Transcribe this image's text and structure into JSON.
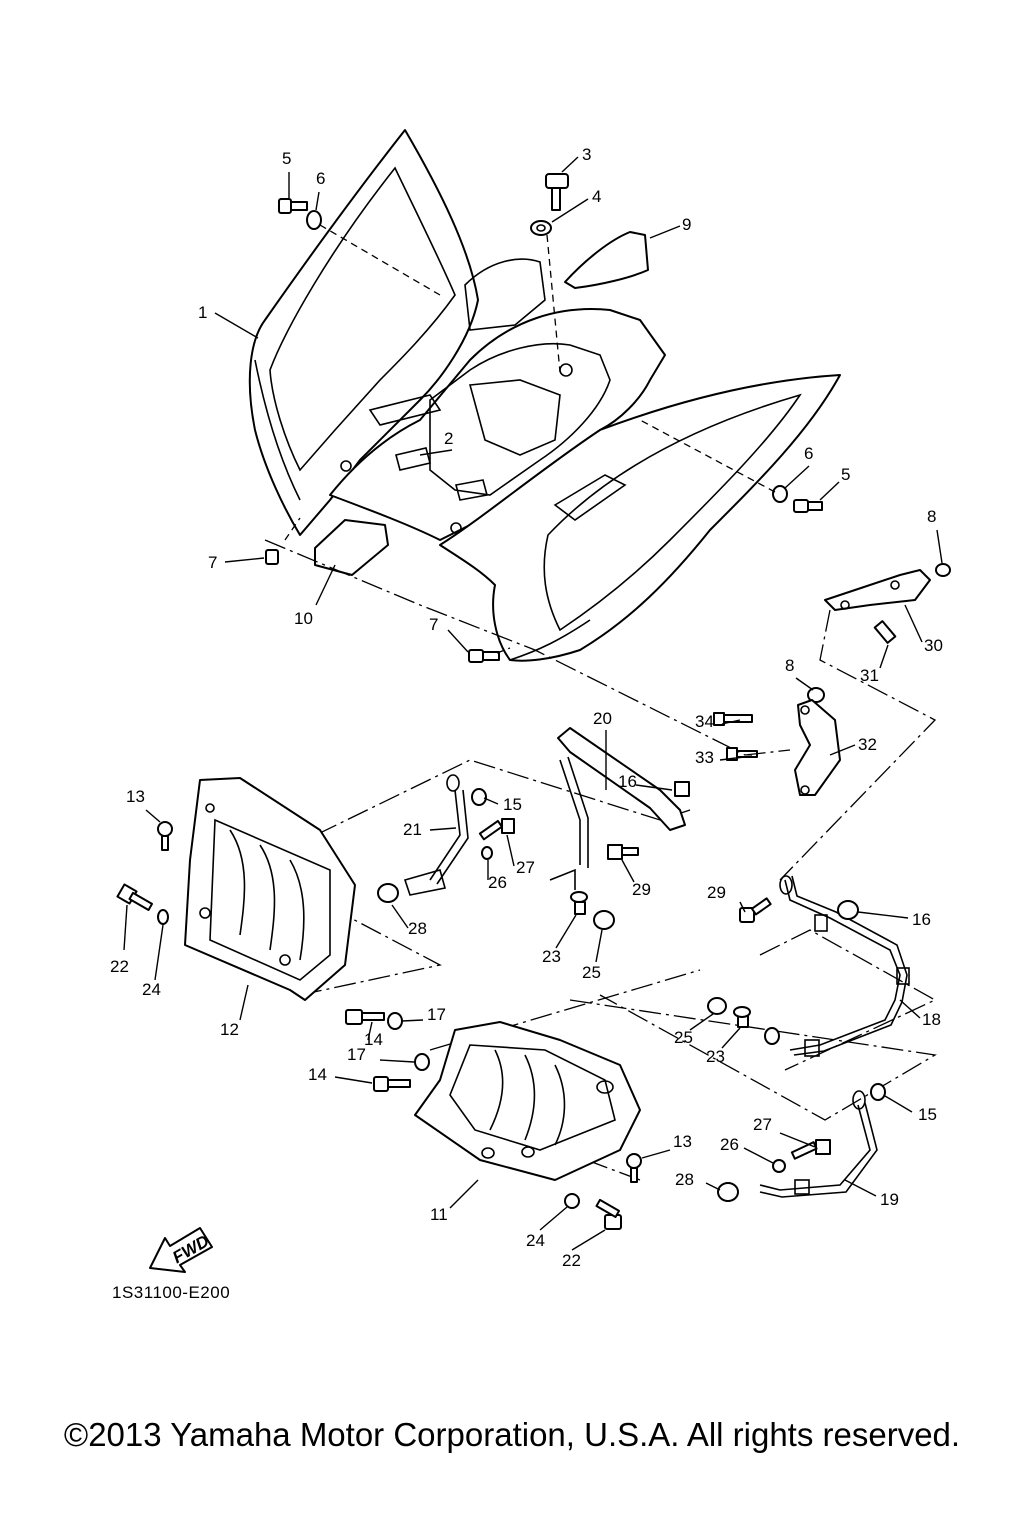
{
  "diagram": {
    "code": "1S31100-E200",
    "fwd_label": "FWD",
    "copyright": "©2013 Yamaha Motor Corporation, U.S.A. All rights reserved."
  },
  "callouts": [
    {
      "id": "c1",
      "label": "1"
    },
    {
      "id": "c2",
      "label": "2"
    },
    {
      "id": "c3",
      "label": "3"
    },
    {
      "id": "c4",
      "label": "4"
    },
    {
      "id": "c5a",
      "label": "5"
    },
    {
      "id": "c5b",
      "label": "5"
    },
    {
      "id": "c6a",
      "label": "6"
    },
    {
      "id": "c6b",
      "label": "6"
    },
    {
      "id": "c7a",
      "label": "7"
    },
    {
      "id": "c7b",
      "label": "7"
    },
    {
      "id": "c8a",
      "label": "8"
    },
    {
      "id": "c8b",
      "label": "8"
    },
    {
      "id": "c9",
      "label": "9"
    },
    {
      "id": "c10",
      "label": "10"
    },
    {
      "id": "c11",
      "label": "11"
    },
    {
      "id": "c12",
      "label": "12"
    },
    {
      "id": "c13a",
      "label": "13"
    },
    {
      "id": "c13b",
      "label": "13"
    },
    {
      "id": "c14a",
      "label": "14"
    },
    {
      "id": "c14b",
      "label": "14"
    },
    {
      "id": "c15a",
      "label": "15"
    },
    {
      "id": "c15b",
      "label": "15"
    },
    {
      "id": "c16a",
      "label": "16"
    },
    {
      "id": "c16b",
      "label": "16"
    },
    {
      "id": "c17a",
      "label": "17"
    },
    {
      "id": "c17b",
      "label": "17"
    },
    {
      "id": "c18",
      "label": "18"
    },
    {
      "id": "c19",
      "label": "19"
    },
    {
      "id": "c20",
      "label": "20"
    },
    {
      "id": "c21",
      "label": "21"
    },
    {
      "id": "c22a",
      "label": "22"
    },
    {
      "id": "c22b",
      "label": "22"
    },
    {
      "id": "c23a",
      "label": "23"
    },
    {
      "id": "c23b",
      "label": "23"
    },
    {
      "id": "c24a",
      "label": "24"
    },
    {
      "id": "c24b",
      "label": "24"
    },
    {
      "id": "c25a",
      "label": "25"
    },
    {
      "id": "c25b",
      "label": "25"
    },
    {
      "id": "c26a",
      "label": "26"
    },
    {
      "id": "c26b",
      "label": "26"
    },
    {
      "id": "c27a",
      "label": "27"
    },
    {
      "id": "c27b",
      "label": "27"
    },
    {
      "id": "c28a",
      "label": "28"
    },
    {
      "id": "c28b",
      "label": "28"
    },
    {
      "id": "c29a",
      "label": "29"
    },
    {
      "id": "c29b",
      "label": "29"
    },
    {
      "id": "c30",
      "label": "30"
    },
    {
      "id": "c31",
      "label": "31"
    },
    {
      "id": "c32",
      "label": "32"
    },
    {
      "id": "c33",
      "label": "33"
    },
    {
      "id": "c34",
      "label": "34"
    }
  ]
}
